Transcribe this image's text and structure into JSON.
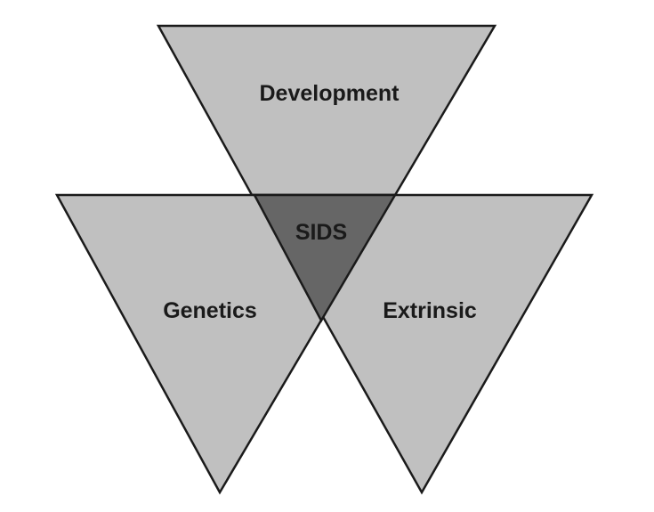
{
  "diagram": {
    "type": "three-triangle overlap",
    "colors": {
      "triangle_fill": "#c0c0c0",
      "intersection_fill": "#666666",
      "outline": "#1a1a1a",
      "background": "#ffffff"
    },
    "labels": {
      "top": "Development",
      "left": "Genetics",
      "right": "Extrinsic",
      "center": "SIDS"
    }
  }
}
